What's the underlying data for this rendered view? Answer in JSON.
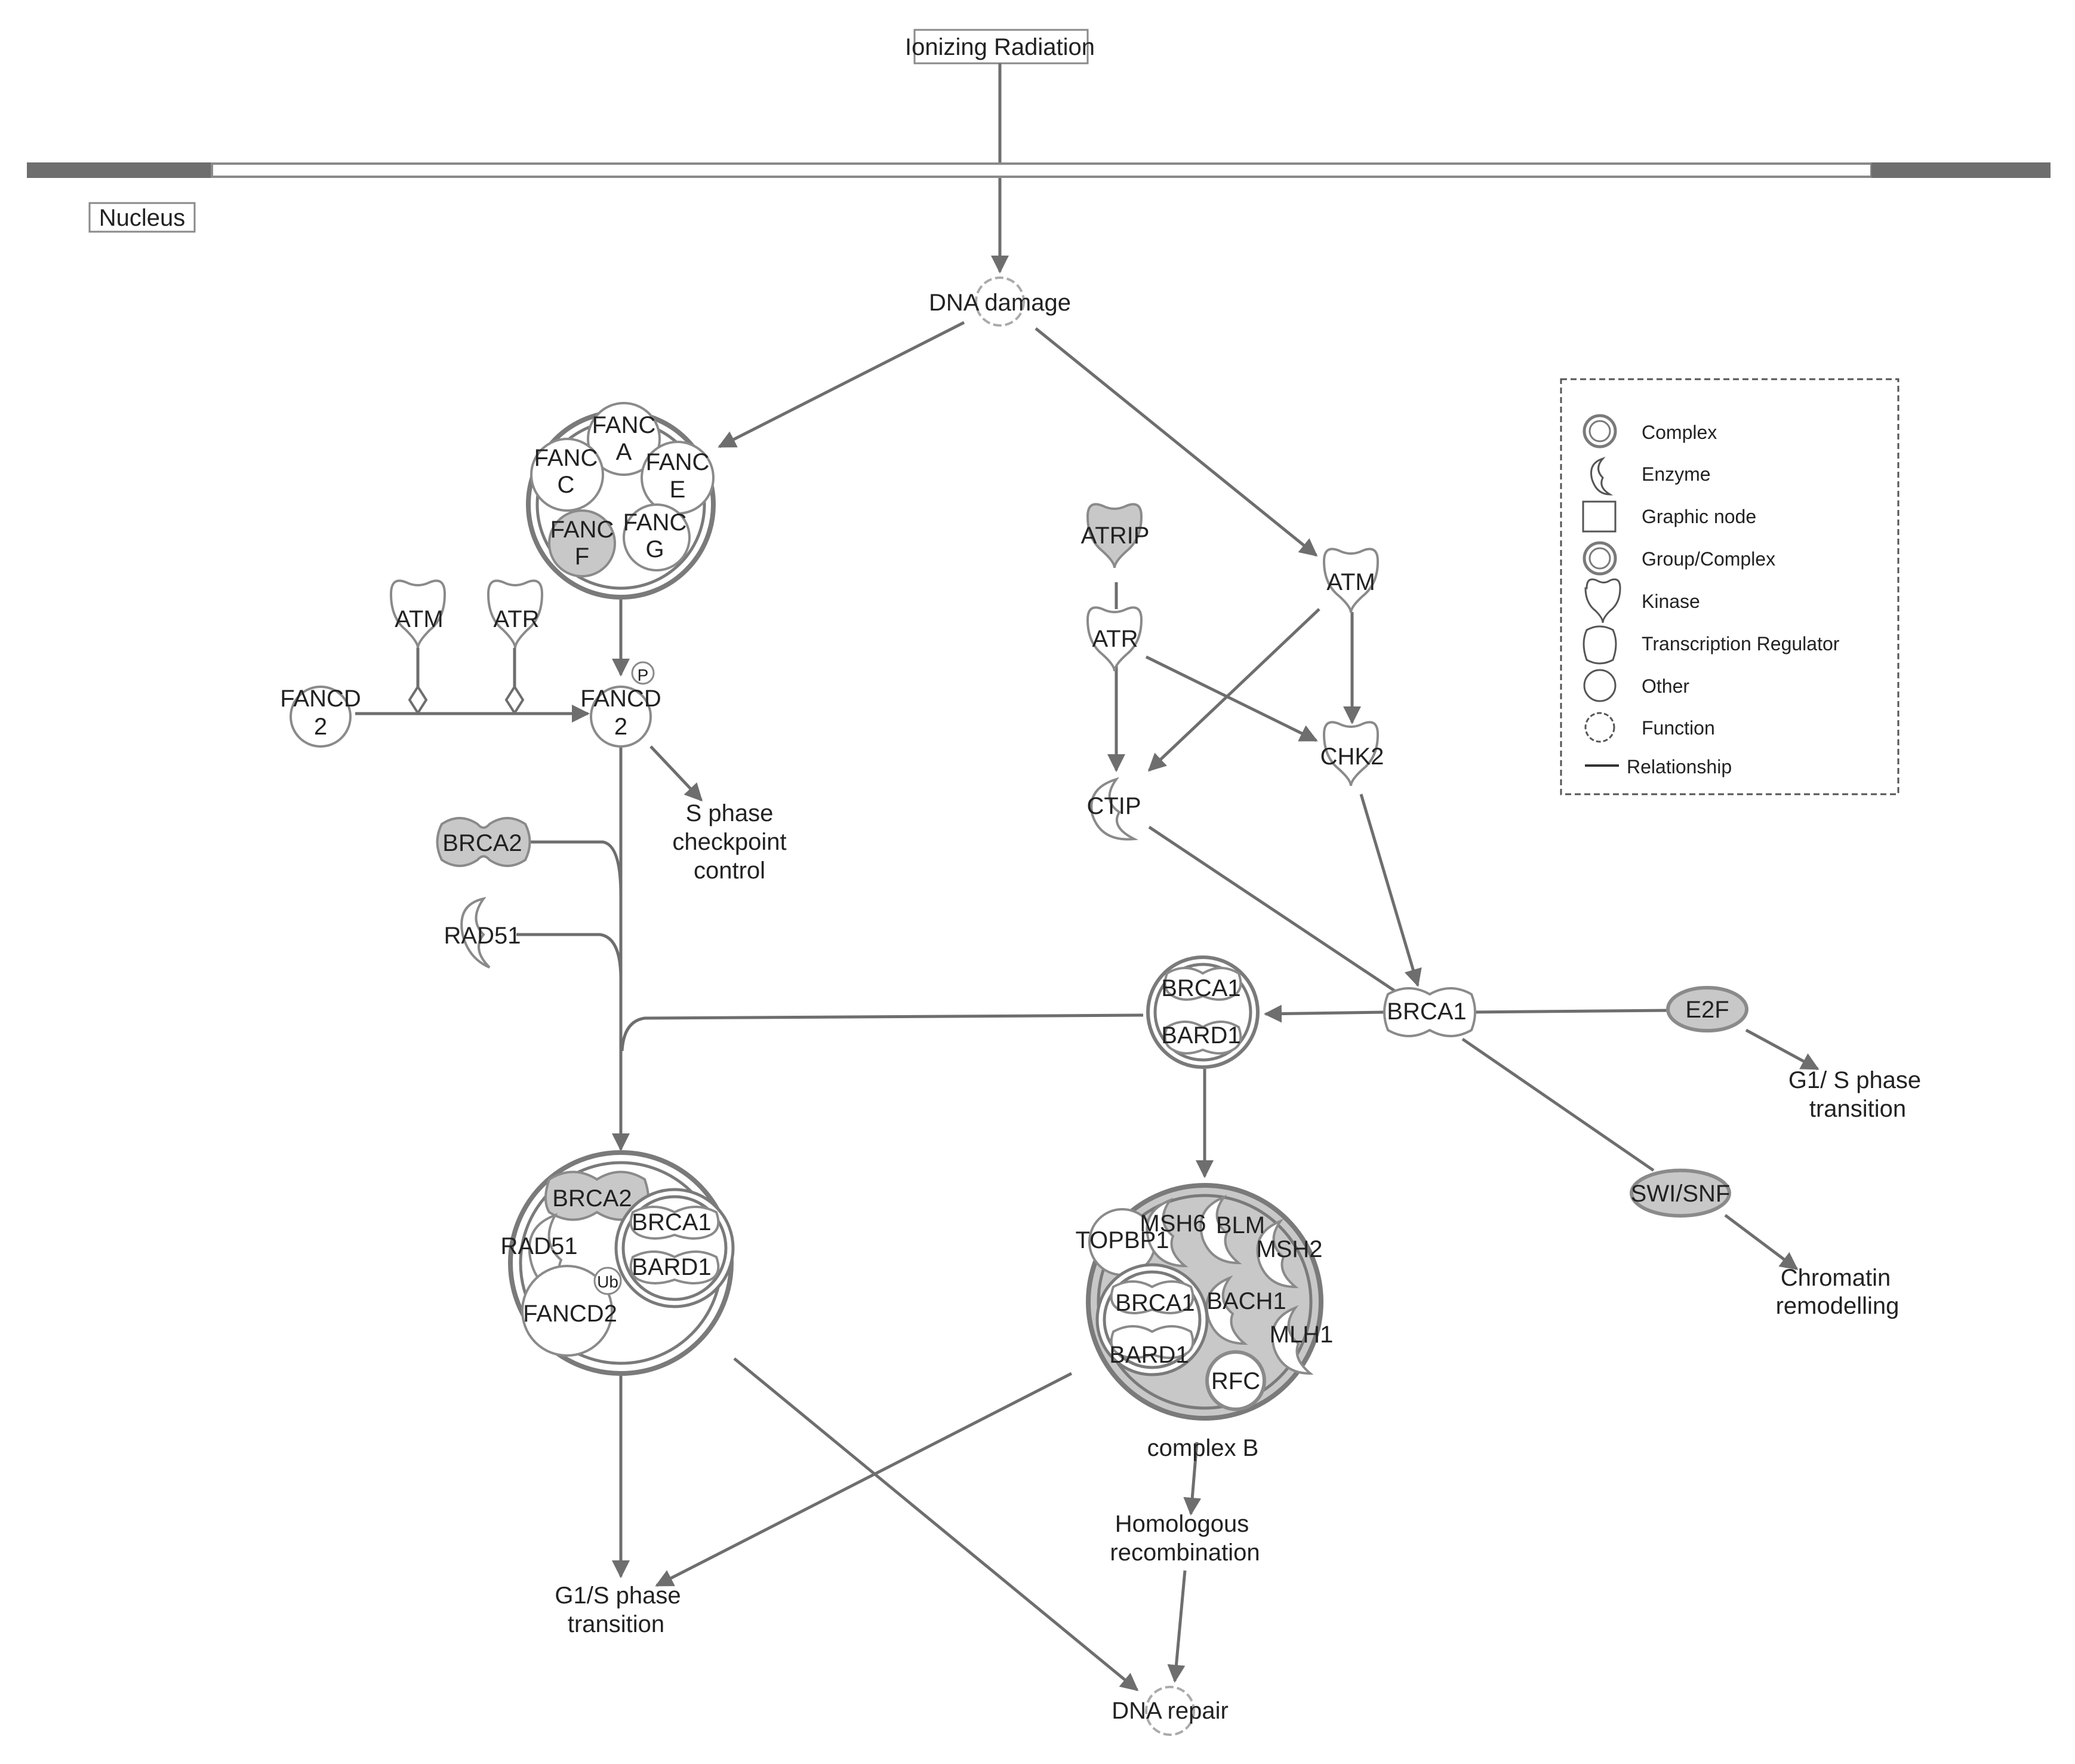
{
  "labels": {
    "ionizing_radiation": "Ionizing Radiation",
    "nucleus": "Nucleus",
    "dna_damage": "DNA damage",
    "fanca_1": "FANC",
    "fanca_2": "A",
    "fancc_1": "FANC",
    "fancc_2": "C",
    "fance_1": "FANC",
    "fance_2": "E",
    "fancf_1": "FANC",
    "fancf_2": "F",
    "fancg_1": "FANC",
    "fancg_2": "G",
    "atm_left": "ATM",
    "atr_left": "ATR",
    "fancd2_a_1": "FANCD",
    "fancd2_a_2": "2",
    "fancd2_b_1": "FANCD",
    "fancd2_b_2": "2",
    "phospho": "P",
    "s_phase_1": "S phase",
    "s_phase_2": "checkpoint",
    "s_phase_3": "control",
    "brca2": "BRCA2",
    "rad51": "RAD51",
    "atrip": "ATRIP",
    "atr_right": "ATR",
    "atm_right": "ATM",
    "chk2": "CHK2",
    "ctip": "CTIP",
    "brca1_bard1_top": "BRCA1",
    "brca1_bard1_bottom": "BARD1",
    "brca1": "BRCA1",
    "e2f": "E2F",
    "g1s_right_1": "G1/ S phase",
    "g1s_right_2": "transition",
    "swisnf": "SWI/SNF",
    "chromatin_1": "Chromatin",
    "chromatin_2": "remodelling",
    "cx_left_brca2": "BRCA2",
    "cx_left_rad51": "RAD51",
    "cx_left_brca1": "BRCA1",
    "cx_left_bard1": "BARD1",
    "cx_left_ub": "Ub",
    "cx_left_fancd2": "FANCD2",
    "cxb_topbp1": "TOPBP1",
    "cxb_msh6": "MSH6",
    "cxb_blm": "BLM",
    "cxb_msh2": "MSH2",
    "cxb_brca1": "BRCA1",
    "cxb_bach1": "BACH1",
    "cxb_bard1": "BARD1",
    "cxb_mlh1": "MLH1",
    "cxb_rfc": "RFC",
    "complex_b": "complex B",
    "homologous_1": "Homologous",
    "homologous_2": "recombination",
    "g1s_left_1": "G1/S phase",
    "g1s_left_2": "transition",
    "dna_repair": "DNA repair"
  },
  "legend": {
    "items": [
      {
        "label": "Complex",
        "icon": "complex-icon"
      },
      {
        "label": "Enzyme",
        "icon": "enzyme-icon"
      },
      {
        "label": "Graphic node",
        "icon": "graphic-node-icon"
      },
      {
        "label": "Group/Complex",
        "icon": "group-complex-icon"
      },
      {
        "label": "Kinase",
        "icon": "kinase-icon"
      },
      {
        "label": "Transcription Regulator",
        "icon": "transcription-regulator-icon"
      },
      {
        "label": "Other",
        "icon": "other-icon"
      },
      {
        "label": "Function",
        "icon": "function-icon"
      },
      {
        "label": "Relationship",
        "icon": "relationship-icon"
      }
    ]
  },
  "colors": {
    "edge": "#6e6e6e",
    "node_outline": "#8a8a8a",
    "node_fill_highlight": "#c8c8c8",
    "background": "#ffffff"
  }
}
